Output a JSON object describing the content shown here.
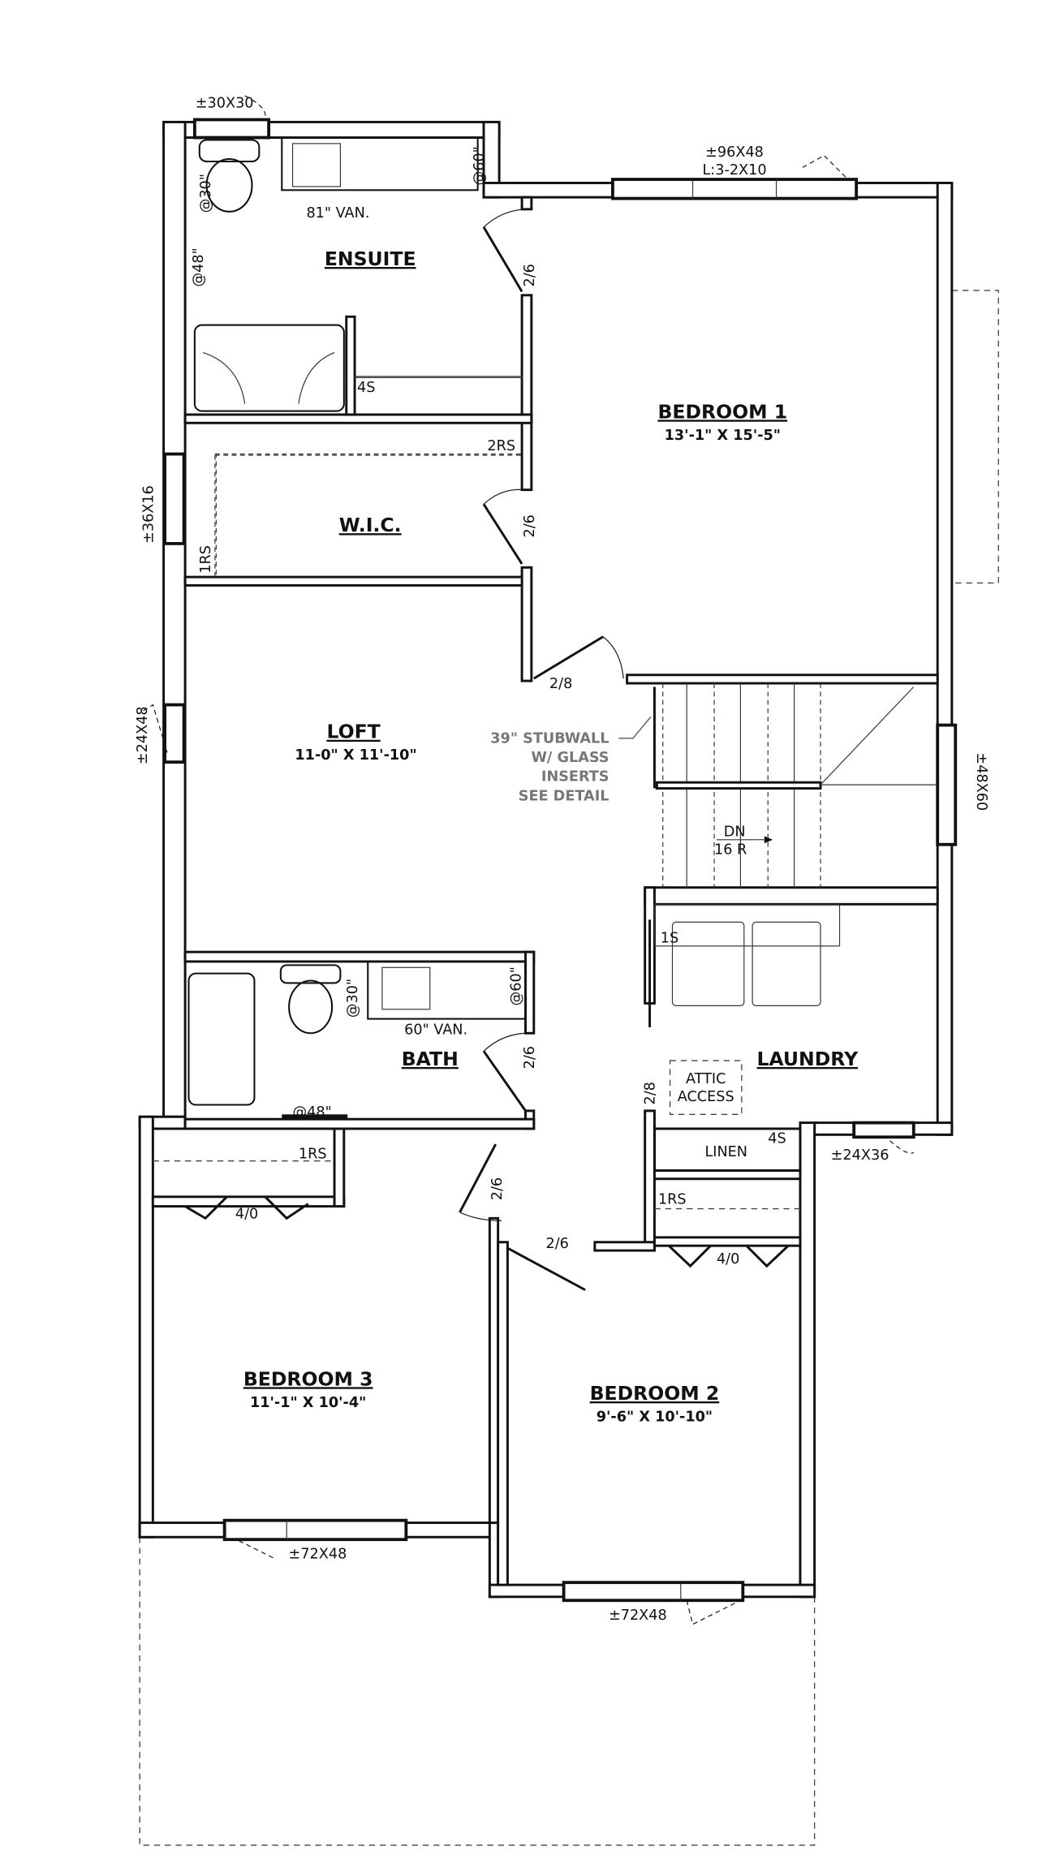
{
  "rooms": {
    "ensuite": {
      "name": "ENSUITE",
      "vanity": "81\" VAN.",
      "toilet_clear": "@30\"",
      "shower_clear": "@48\"",
      "vanity_clear": "@60\"",
      "shelf": "4S"
    },
    "wic": {
      "name": "W.I.C.",
      "rod_top": "2RS",
      "rod_side": "1RS"
    },
    "bedroom1": {
      "name": "BEDROOM 1",
      "size": "13'-1\" X 15'-5\""
    },
    "loft": {
      "name": "LOFT",
      "size": "11-0\" X 11'-10\""
    },
    "bath": {
      "name": "BATH",
      "vanity": "60\" VAN.",
      "toilet_clear": "@30\"",
      "vanity_clear": "@60\"",
      "tub_clear": "@48\""
    },
    "laundry": {
      "name": "LAUNDRY",
      "shelf": "1S",
      "attic_line1": "ATTIC",
      "attic_line2": "ACCESS"
    },
    "linen": {
      "name": "LINEN",
      "shelf": "4S"
    },
    "bedroom3": {
      "name": "BEDROOM 3",
      "size": "11'-1\" X 10'-4\"",
      "closet_rod": "1RS",
      "closet_door": "4/0"
    },
    "bedroom2": {
      "name": "BEDROOM 2",
      "size": "9'-6\" X 10'-10\"",
      "closet_rod": "1RS",
      "closet_door": "4/0"
    }
  },
  "doors": {
    "ensuite": "2/6",
    "wic": "2/6",
    "loft": "2/8",
    "bath": "2/6",
    "laundry": "2/8",
    "bedroom3": "2/6",
    "bedroom2": "2/6"
  },
  "windows": {
    "ensuite": "±30X30",
    "bedroom1_line1": "±96X48",
    "bedroom1_line2": "L:3-2X10",
    "wic": "±36X16",
    "loft": "±24X48",
    "stair": "±48X60",
    "laundry": "±24X36",
    "bedroom3": "±72X48",
    "bedroom2": "±72X48"
  },
  "stair": {
    "dir": "DN",
    "risers": "16 R"
  },
  "stubwall_note": [
    "39\" STUBWALL",
    "W/ GLASS",
    "INSERTS",
    "SEE DETAIL"
  ]
}
